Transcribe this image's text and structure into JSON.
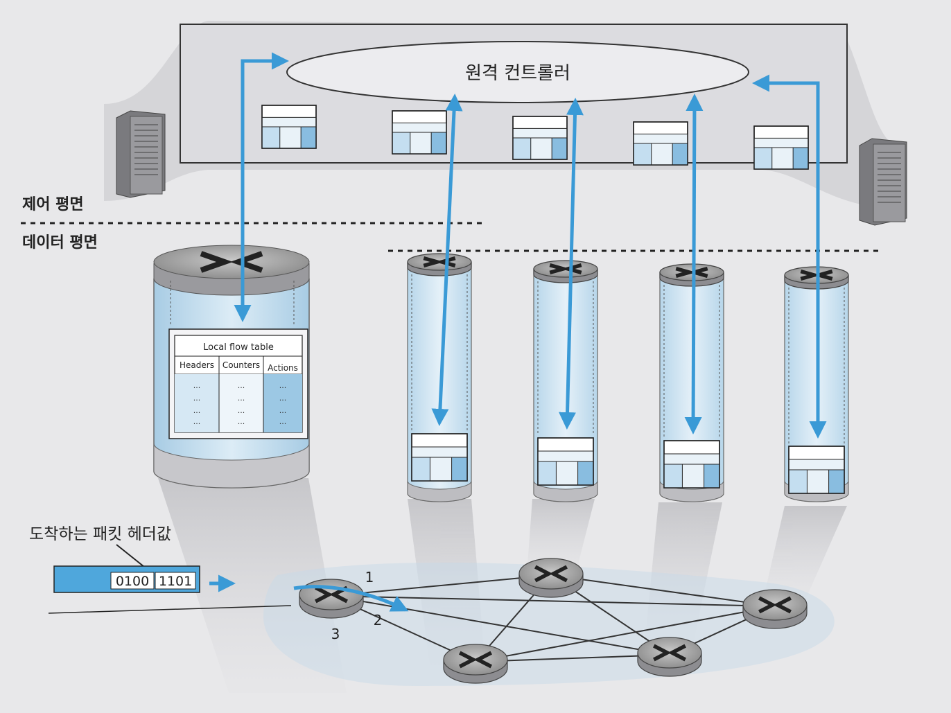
{
  "controller": {
    "label": "원격 컨트롤러"
  },
  "planes": {
    "control": "제어 평면",
    "data": "데이터 평면"
  },
  "flow_table": {
    "title": "Local flow table",
    "headers": [
      "Headers",
      "Counters",
      "Actions"
    ],
    "cell_text": "..."
  },
  "packet": {
    "caption": "도착하는 패킷 헤더값",
    "fields": [
      "0100",
      "1101"
    ]
  },
  "ports": [
    "1",
    "2",
    "3"
  ],
  "colors": {
    "arrow": "#3a9ad6",
    "cylinder_light": "#cfe3f0",
    "cylinder_tint": "#a9d0ea",
    "outline": "#333333",
    "router_top": "#9a9a9a"
  },
  "icons": [
    "server-icon",
    "router-icon",
    "flow-table-icon",
    "bidirectional-arrow-icon"
  ]
}
